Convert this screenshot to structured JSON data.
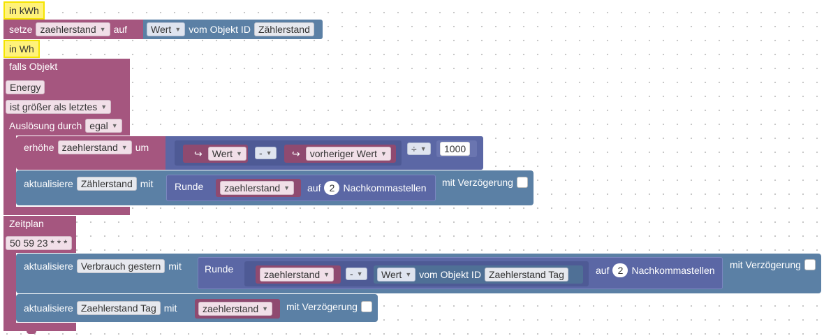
{
  "comments": {
    "kwh": "in kWh",
    "wh": "in Wh"
  },
  "set_block": {
    "label": "setze",
    "var": "zaehlerstand",
    "to": "auf",
    "value": "Wert",
    "from_label": "vom Objekt ID",
    "object": "Zählerstand"
  },
  "trigger_block": {
    "if_object": "falls Objekt",
    "object": "Energy",
    "condition": "ist größer als letztes",
    "triggered_by_label": "Auslösung durch",
    "triggered_by": "egal"
  },
  "increment_block": {
    "label": "erhöhe",
    "var": "zaehlerstand",
    "by": "um",
    "left": "Wert",
    "op": "-",
    "right": "vorheriger Wert",
    "div_op": "÷",
    "divisor": "1000"
  },
  "update_block_1": {
    "label": "aktualisiere",
    "target": "Zählerstand",
    "with": "mit",
    "round_label": "Runde",
    "round_var": "zaehlerstand",
    "to": "auf",
    "decimals": "2",
    "decimals_label": "Nachkommastellen",
    "delay_label": "mit Verzögerung"
  },
  "schedule_block": {
    "label": "Zeitplan",
    "cron": "50 59 23 * * *"
  },
  "update_block_2": {
    "label": "aktualisiere",
    "target": "Verbrauch gestern",
    "with": "mit",
    "round_label": "Runde",
    "left_var": "zaehlerstand",
    "op": "-",
    "value": "Wert",
    "from_label": "vom Objekt ID",
    "object": "Zaehlerstand Tag",
    "to": "auf",
    "decimals": "2",
    "decimals_label": "Nachkommastellen",
    "delay_label": "mit Verzögerung"
  },
  "update_block_3": {
    "label": "aktualisiere",
    "target": "Zaehlerstand Tag",
    "with": "mit",
    "var": "zaehlerstand",
    "delay_label": "mit Verzögerung"
  },
  "colors": {
    "events": "#a5567f",
    "objects": "#5b80a5",
    "math": "#5b67a5",
    "comment": "#fff27a"
  }
}
